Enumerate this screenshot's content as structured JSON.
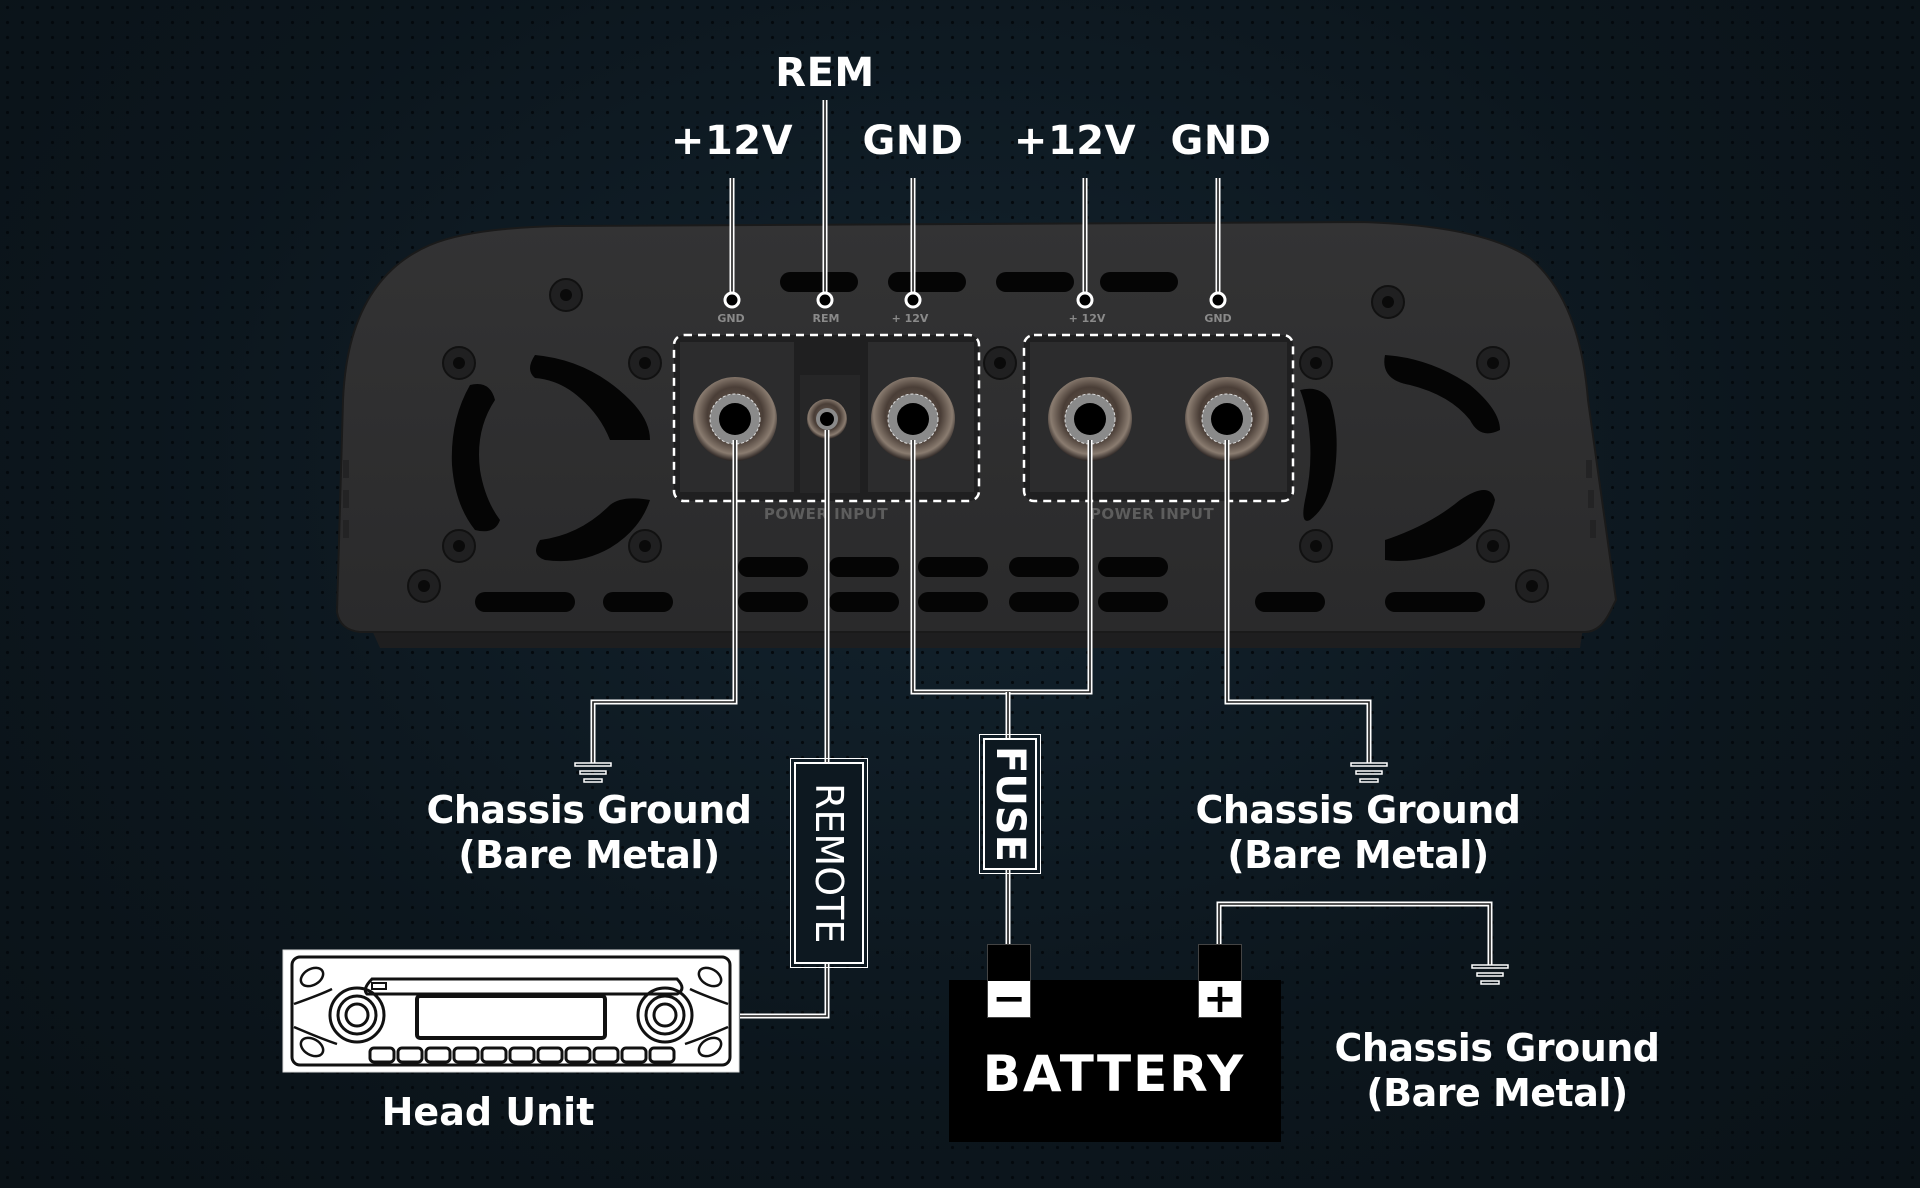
{
  "diagram": {
    "title": "Amplifier Power Wiring Diagram",
    "top_labels": {
      "rem": "REM",
      "plus12v_left": "+12V",
      "gnd_left": "GND",
      "plus12v_right": "+12V",
      "gnd_right": "GND"
    },
    "amp_terminal_labels": {
      "gnd_left": "GND",
      "rem": "REM",
      "plus12v_left": "+ 12V",
      "plus12v_right": "+ 12V",
      "gnd_right": "GND"
    },
    "power_input_labels": [
      "POWER INPUT",
      "POWER INPUT"
    ],
    "inline_components": {
      "remote": "REMOTE",
      "fuse": "FUSE"
    },
    "battery": {
      "label": "BATTERY",
      "negative": "−",
      "positive": "+"
    },
    "head_unit": {
      "label": "Head Unit"
    },
    "chassis_grounds": [
      {
        "line1": "Chassis Ground",
        "line2": "(Bare Metal)"
      },
      {
        "line1": "Chassis Ground",
        "line2": "(Bare Metal)"
      },
      {
        "line1": "Chassis Ground",
        "line2": "(Bare Metal)"
      }
    ],
    "colors": {
      "background": "#0d1820",
      "amp_body": "#2b2b2c",
      "wire": "#ffffff",
      "battery": "#000000"
    }
  }
}
